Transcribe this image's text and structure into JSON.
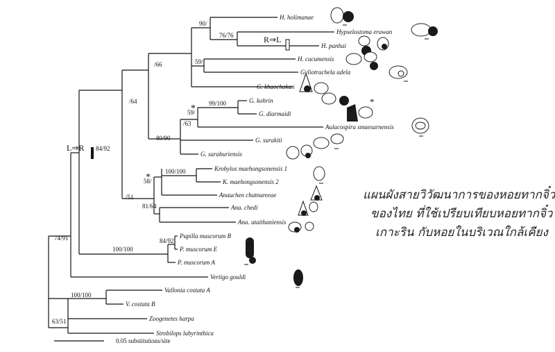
{
  "taxa": [
    "H. holimanae",
    "Hypselostoma erawan",
    "H. panhai",
    "H. cucumensis",
    "Gyliotrachela adela",
    "G. khaochakan",
    "G. kohrin",
    "G. diarmaidi",
    "Aulacospira smaesarnensis",
    "G. surakiti",
    "G. saraburiensis",
    "Krobylos maehongsonensis 1",
    "K. maehongsonensis 2",
    "Anauchen chatnareeae",
    "Ana. chedi",
    "Ana. utaithaniensis",
    "Pupilla muscorum B",
    "P. muscorum E",
    "P. muscorum A",
    "Vertigo gouldi",
    "Vallonia costata A",
    "V. costata B",
    "Zoogenetes harpa",
    "Strobilops labyrinthica"
  ],
  "support": {
    "s90": "90/",
    "s7676": "76/76",
    "s59a": "59/",
    "s66": "/66",
    "s64": "/64",
    "s99100": "99/100",
    "s59b": "59/",
    "s63": "/63",
    "s8090": "80/90",
    "s8492top": "84/92",
    "s100100a": "100/100",
    "s58": "58/",
    "s51": "/51",
    "s8164": "81/64",
    "s8492p": "84/92",
    "s100100b": "100/100",
    "s7491": "74/91",
    "s100100c": "100/100",
    "s6351": "63/51"
  },
  "annotations": {
    "l_to_r": "L⇒R",
    "r_to_l": "R⇒L",
    "star1": "*",
    "star2": "*"
  },
  "scale_bar_label": "0.05 substitutions/site",
  "caption": {
    "line1": "แผนผังสายวิวัฒนาการของหอยทากจิ๋ว",
    "line2": "ของไทย ที่ใช้เปรียบเทียบหอยทากจิ๋ว",
    "line3": "เกาะริน กับหอยในบริเวณใกล้เคียง"
  }
}
